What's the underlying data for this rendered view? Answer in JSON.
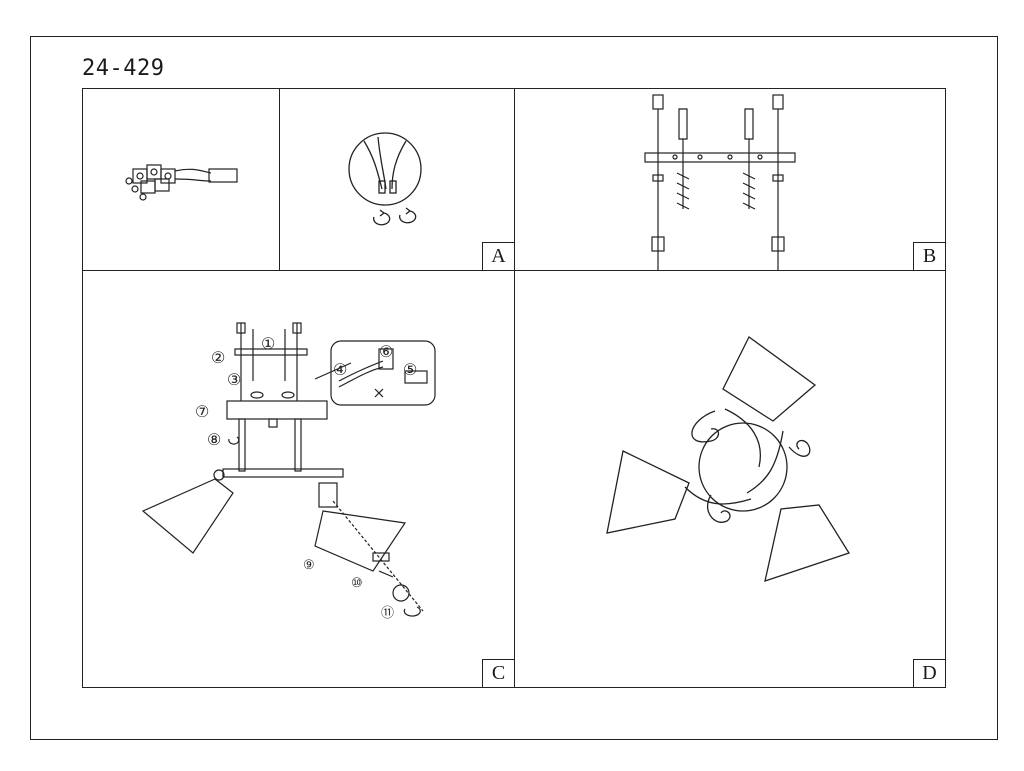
{
  "model_number": "24-429",
  "panels": [
    {
      "id": "terminal",
      "label": ""
    },
    {
      "id": "A",
      "label": "A"
    },
    {
      "id": "B",
      "label": "B"
    },
    {
      "id": "C",
      "label": "C"
    },
    {
      "id": "D",
      "label": "D"
    }
  ],
  "callouts": {
    "c1": "①",
    "c2": "②",
    "c3": "③",
    "c4": "④",
    "c5": "⑤",
    "c6": "⑥",
    "c7": "⑦",
    "c8": "⑧",
    "c9": "⑨",
    "c10": "⑩",
    "c11": "⑪"
  },
  "colors": {
    "line": "#222222",
    "background": "#ffffff"
  }
}
